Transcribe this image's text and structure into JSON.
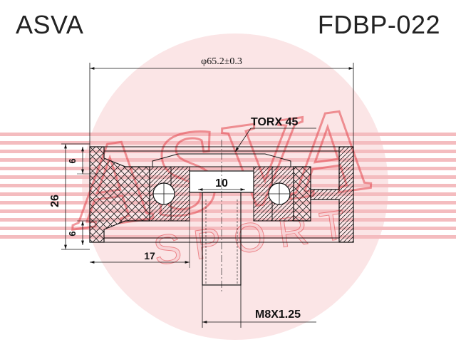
{
  "header": {
    "brand": "ASVA",
    "part_number": "FDBP-022"
  },
  "watermark": {
    "word": "ASVA",
    "sub": "SPORT",
    "color": "#e2323a"
  },
  "dimensions": {
    "diameter": "φ65.2±0.3",
    "torx": "TORX 45",
    "bore": "10",
    "height": "26",
    "top_flange": "6",
    "bottom_flange": "6",
    "offset": "17",
    "thread": "M8X1.25"
  },
  "colors": {
    "line": "#111111",
    "watermark": "#e2323a",
    "watermark_light": "#f6c5c8"
  }
}
